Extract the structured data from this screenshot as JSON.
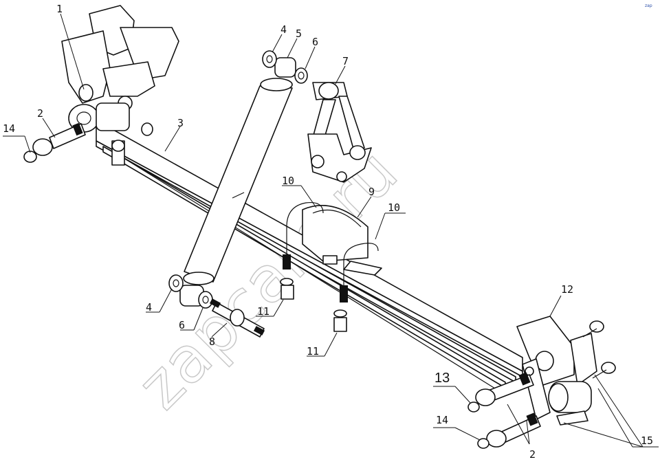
{
  "watermark": "zapcam.ru",
  "corner_mark": "zap",
  "labels": {
    "l1": "1",
    "l2a": "2",
    "l2b": "2",
    "l3": "3",
    "l4a": "4",
    "l4b": "4",
    "l5": "5",
    "l6a": "6",
    "l6b": "6",
    "l7": "7",
    "l8": "8",
    "l9": "9",
    "l10a": "10",
    "l10b": "10",
    "l11a": "11",
    "l11b": "11",
    "l12": "12",
    "l13": "13",
    "l14a": "14",
    "l14b": "14",
    "l15": "15"
  }
}
